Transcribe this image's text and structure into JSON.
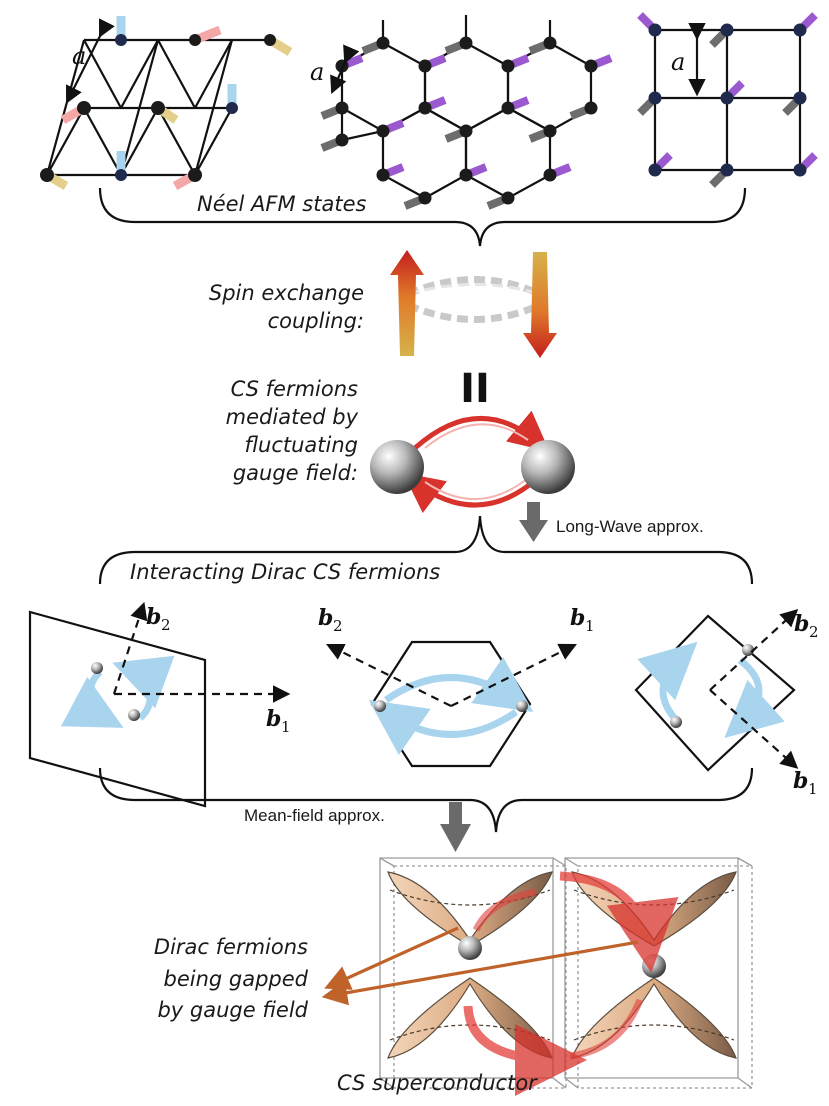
{
  "labels": {
    "neel": "Néel AFM states",
    "spin_exchange_line1": "Spin exchange",
    "spin_exchange_line2": "coupling:",
    "equals": "II",
    "cs_line1": "CS fermions",
    "cs_line2": "mediated by",
    "cs_line3": "fluctuating",
    "cs_line4": "gauge field:",
    "long_wave": "Long-Wave approx.",
    "interacting": "Interacting Dirac CS fermions",
    "mean_field": "Mean-field approx.",
    "dirac_line1": "Dirac fermions",
    "dirac_line2": "being gapped",
    "dirac_line3": "by gauge field",
    "superconductor": "CS superconductor",
    "lattice_const": "a",
    "b_vector": "b",
    "sub1": "1",
    "sub2": "2"
  },
  "colors": {
    "triangular_spins": [
      "#a9d4ee",
      "#f3a7a7",
      "#e3cf8a"
    ],
    "hexagonal_spins": [
      "#9b59d0",
      "#6d6d6d"
    ],
    "square_spins": [
      "#9b59d0",
      "#6d6d6d"
    ],
    "sites_dark": "#1b1b1b",
    "sites_blue": "#1f2a4d",
    "cs_arrows": "#d8322c",
    "brillouin_arrows": "#a9d4ee",
    "dirac_cones": "#d9a377",
    "gap_pointer": "#c0632a",
    "process_arrows": "#6a6a6a"
  },
  "icons": {
    "flow": "down-arrow-icon",
    "exchange": "spin-exchange-icon",
    "fermions": "fermion-pair-icon"
  }
}
